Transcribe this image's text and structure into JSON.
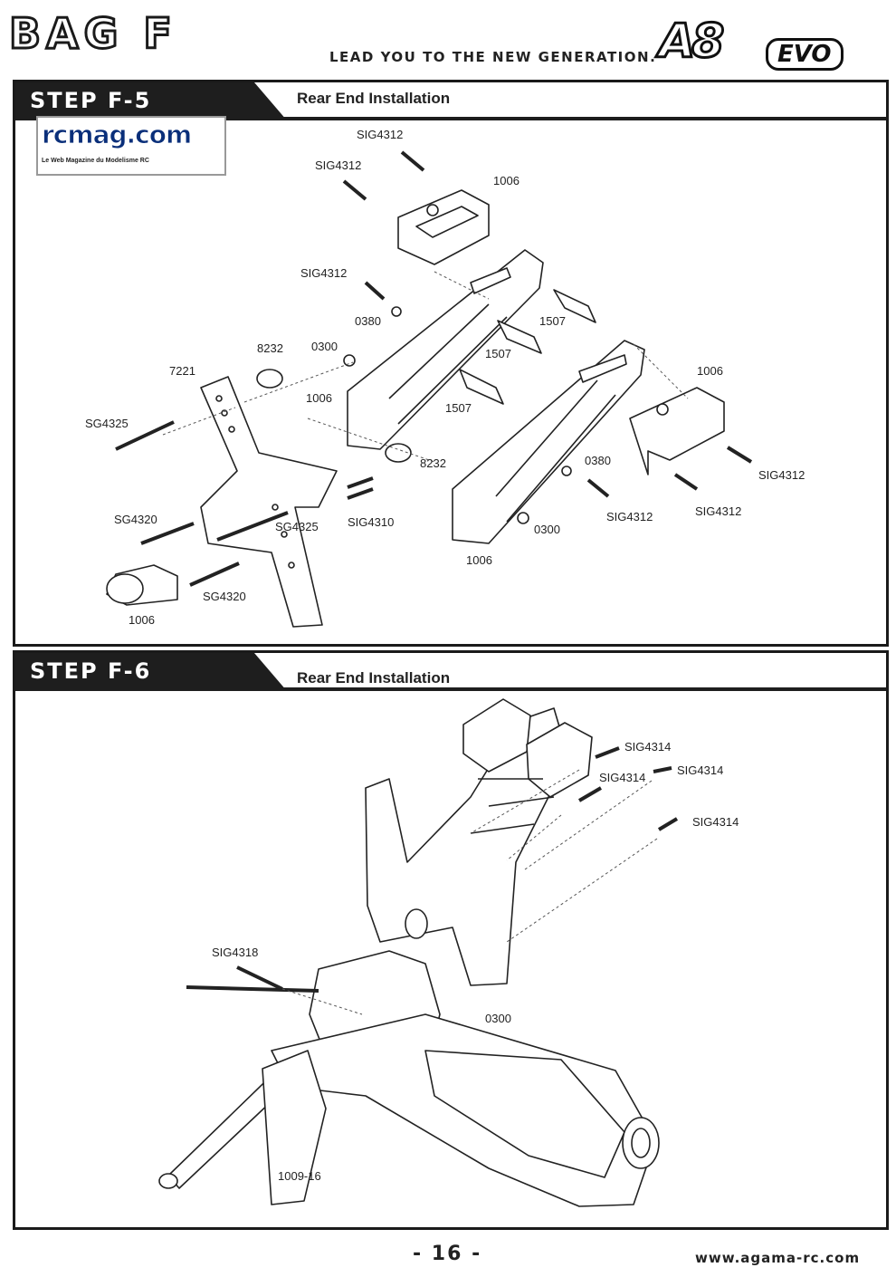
{
  "header": {
    "bag_title": "BAG F",
    "tagline": "LEAD YOU TO THE NEW GENERATION.",
    "brand_letters": "A8",
    "brand_suffix": "EVO"
  },
  "watermark": {
    "site": "rcmag.com",
    "subtitle": "Le Web Magazine du Modelisme RC"
  },
  "steps": [
    {
      "label": "STEP F-5",
      "title": "Rear End Installation",
      "callouts": [
        "SIG4312",
        "SIG4312",
        "1006",
        "SIG4312",
        "0380",
        "1507",
        "1507",
        "0300",
        "8232",
        "7221",
        "1006",
        "1507",
        "1006",
        "SG4325",
        "8232",
        "0380",
        "SIG4312",
        "SIG4312",
        "SG4320",
        "SG4325",
        "SIG4310",
        "0300",
        "SIG4312",
        "1006",
        "SG4320",
        "1006"
      ]
    },
    {
      "label": "STEP F-6",
      "title": "Rear End Installation",
      "callouts": [
        "SIG4314",
        "SIG4314",
        "SIG4314",
        "SIG4314",
        "SIG4318",
        "0300",
        "1009-16"
      ]
    }
  ],
  "footer": {
    "page_number": "- 16 -",
    "url": "www.agama-rc.com"
  }
}
